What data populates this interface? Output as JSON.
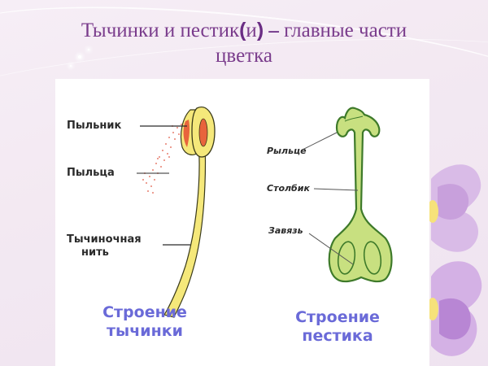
{
  "slide": {
    "title_part1": "Тычинки и пестик",
    "title_paren_open": "(",
    "title_paren_inner": "и",
    "title_paren_close": ")",
    "title_dash": " – ",
    "title_part2": "главные части",
    "title_line2": "цветка"
  },
  "stamen": {
    "labels": {
      "anther": "Пыльник",
      "pollen": "Пыльца",
      "filament_line1": "Тычиночная",
      "filament_line2": "нить"
    },
    "caption_line1": "Строение",
    "caption_line2": "тычинки",
    "colors": {
      "body": "#f5e87a",
      "outline": "#3a3a1a",
      "anther_inner": "#e8643c",
      "pollen": "#e88070"
    }
  },
  "pistil": {
    "labels": {
      "stigma": "Рыльце",
      "style": "Столбик",
      "ovary": "Завязь"
    },
    "caption_line1": "Строение",
    "caption_line2": "пестика",
    "colors": {
      "body": "#c8e080",
      "outline": "#3e7a2a"
    }
  },
  "theme": {
    "title_color": "#7a3c8c",
    "caption_color": "#6a6ad8",
    "background": "#f3e9f2"
  }
}
